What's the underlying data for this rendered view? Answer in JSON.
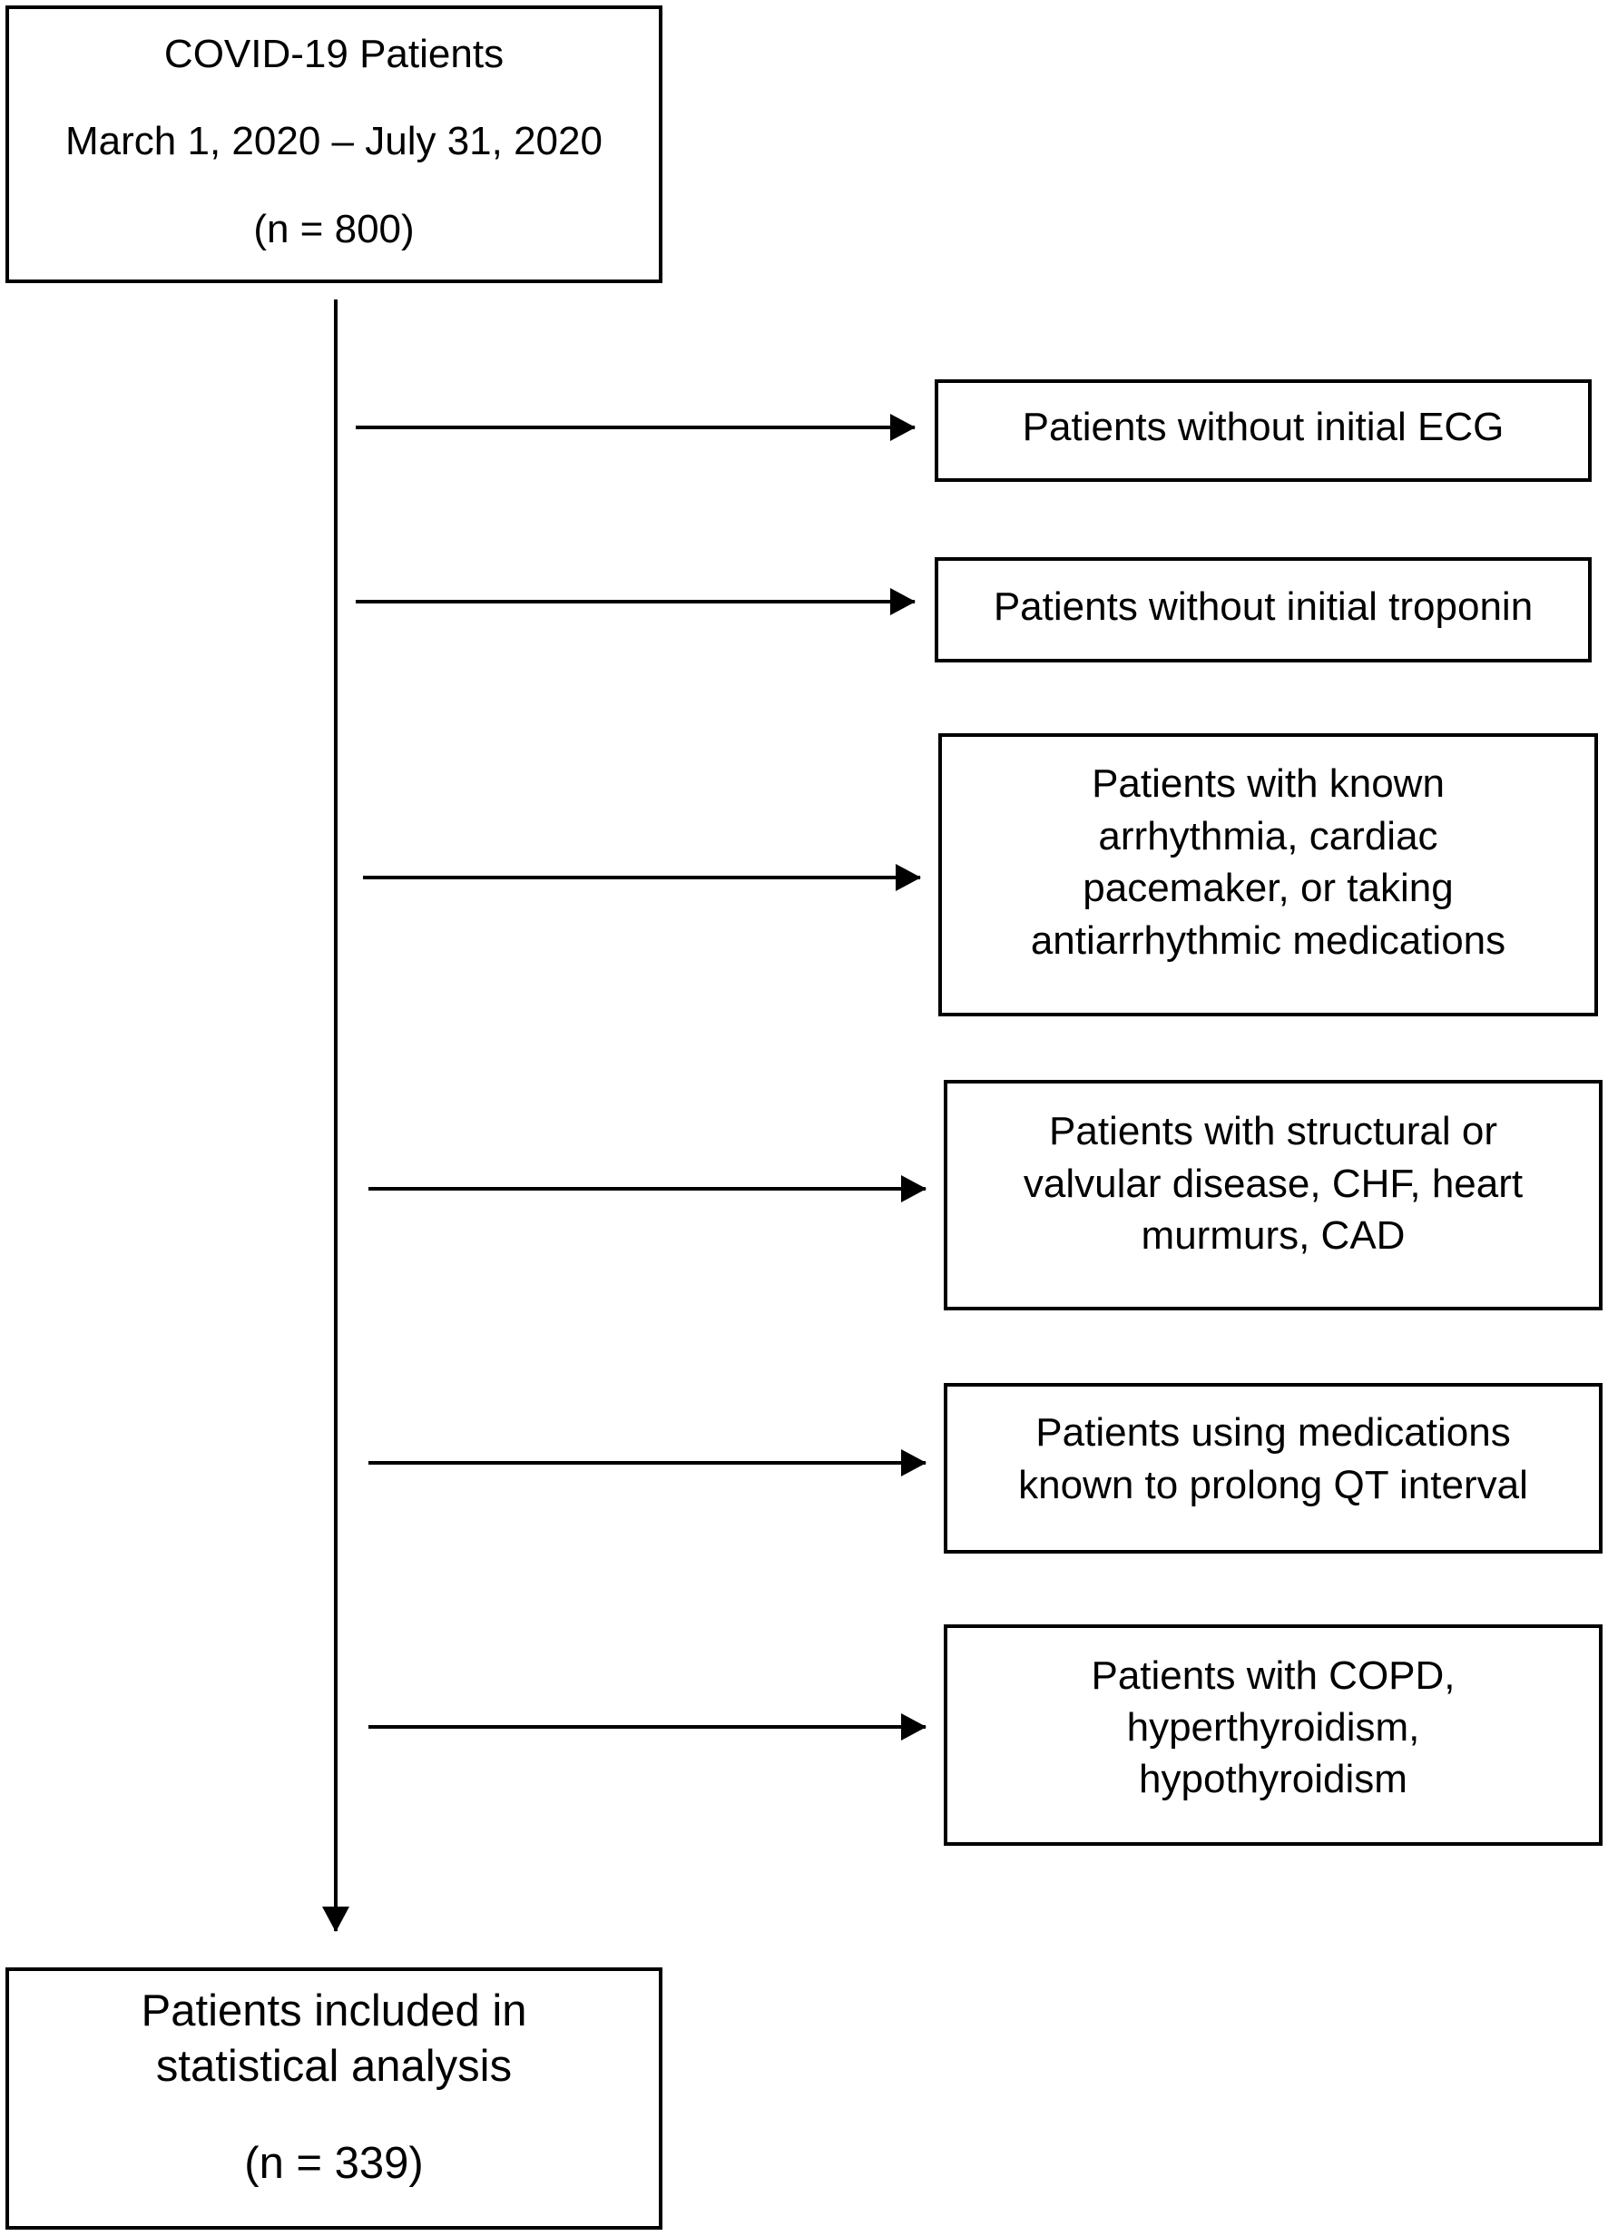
{
  "flowchart": {
    "start": {
      "title": "COVID-19 Patients",
      "period": "March 1, 2020 – July 31, 2020",
      "count": "(n = 800)"
    },
    "exclusions": [
      {
        "lines": [
          "Patients without initial ECG"
        ]
      },
      {
        "lines": [
          "Patients without initial troponin"
        ]
      },
      {
        "lines": [
          "Patients with known",
          "arrhythmia, cardiac",
          "pacemaker, or taking",
          "antiarrhythmic medications"
        ]
      },
      {
        "lines": [
          "Patients with structural or",
          "valvular disease, CHF, heart",
          "murmurs, CAD"
        ]
      },
      {
        "lines": [
          "Patients using medications",
          "known to prolong QT interval"
        ]
      },
      {
        "lines": [
          "Patients with COPD,",
          "hyperthyroidism,",
          "hypothyroidism"
        ]
      }
    ],
    "end": {
      "line1": "Patients included in",
      "line2": "statistical analysis",
      "count": "(n = 339)"
    }
  }
}
